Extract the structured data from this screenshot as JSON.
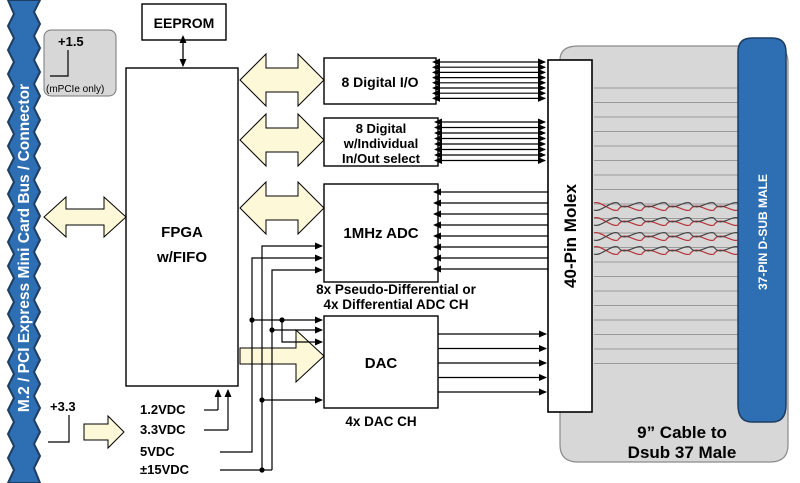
{
  "colors": {
    "bus_blue": "#2e6eb3",
    "bus_dark": "#1d3d63",
    "cable_gray": "#d7d7d7",
    "arrow_fill": "#fdf8d8",
    "twisted_red": "#b7343b",
    "ink": "#000000"
  },
  "bus": {
    "label": "M.2 / PCI Express Mini Card Bus / Connector"
  },
  "power_in": {
    "v15": "+1.5",
    "v15_note": "(mPCIe only)",
    "v33": "+3.3"
  },
  "blocks": {
    "eeprom": "EEPROM",
    "fpga_line1": "FPGA",
    "fpga_line2": "w/FIFO",
    "dio8": "8 Digital I/O",
    "dio8_sel_line1": "8 Digital",
    "dio8_sel_line2": "w/Individual",
    "dio8_sel_line3": "In/Out select",
    "adc": "1MHz ADC",
    "dac": "DAC",
    "molex": "40-Pin Molex",
    "dsub": "37-PIN D-SUB MALE"
  },
  "notes": {
    "adc_line1": "8x Pseudo-Differential or",
    "adc_line2": "4x Differential ADC CH",
    "dac_ch": "4x DAC CH",
    "cable_line1": "9” Cable to",
    "cable_line2": "Dsub 37 Male"
  },
  "supplies": [
    "1.2VDC",
    "3.3VDC",
    "5VDC",
    "±15VDC"
  ]
}
